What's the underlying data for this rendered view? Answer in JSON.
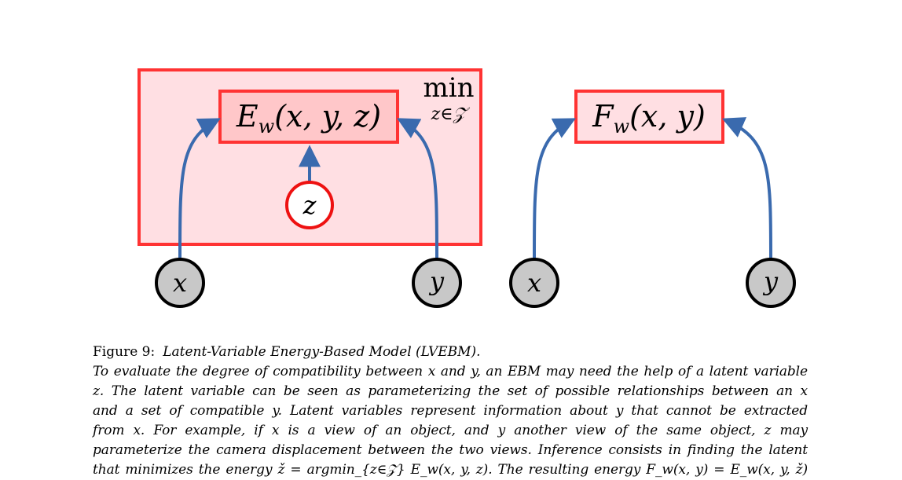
{
  "figure": {
    "left_diagram": {
      "energy_label": "E",
      "energy_sub": "w",
      "energy_args": "(x, y, z)",
      "min_label": "min",
      "min_sub": "z∈𝒵",
      "latent_node": "z",
      "input_x": "x",
      "input_y": "y"
    },
    "right_diagram": {
      "energy_label": "F",
      "energy_sub": "w",
      "energy_args": "(x, y)",
      "input_x": "x",
      "input_y": "y"
    },
    "colors": {
      "box_stroke": "#ff3333",
      "outer_fill": "#ffdfe3",
      "inner_fill": "#ffc7c9",
      "arrow": "#3a6aae",
      "node_fill": "#c8c8c8",
      "latent_stroke": "#ee1111"
    }
  },
  "caption": {
    "figure_number": "Figure 9:",
    "title": "Latent-Variable Energy-Based Model (LVEBM).",
    "lines": [
      "To evaluate the degree of compatibility between x and y, an EBM may need the help of a latent variable",
      "z. The latent variable can be seen as parameterizing the set of possible relationships between an x",
      "and a set of compatible y. Latent variables represent information about y that cannot be extracted",
      "from x. For example, if x is a view of an object, and y another view of the same object, z may",
      "parameterize the camera displacement between the two views. Inference consists in finding the latent",
      "that minimizes the energy ž = argmin_{z∈𝒵} E_w(x, y, z). The resulting energy F_w(x, y) = E_w(x, y, ž)"
    ]
  }
}
